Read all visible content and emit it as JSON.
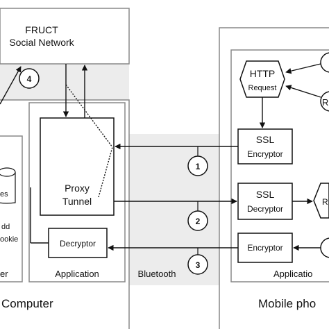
{
  "social_network": {
    "line1": "FRUCT",
    "line2": "Social Network"
  },
  "computer": {
    "label": "Computer",
    "storage_label": "es",
    "storage_sublabel_1": "dd",
    "storage_sublabel_2": "ookie",
    "left_partial_label": "er",
    "application_label": "Application",
    "proxy_line1": "Proxy",
    "proxy_line2": "Tunnel",
    "decryptor_label": "Decryptor"
  },
  "bluetooth_label": "Bluetooth",
  "mobile": {
    "label": "Mobile pho",
    "application_label": "Applicatio",
    "http_line1": "HTTP",
    "http_line2": "Request",
    "ssl_enc_line1": "SSL",
    "ssl_enc_line2": "Encryptor",
    "ssl_dec_line1": "SSL",
    "ssl_dec_line2": "Decryptor",
    "encryptor_label": "Encryptor",
    "partial_r1": "R",
    "partial_r2": "R"
  },
  "steps": [
    "4",
    "1",
    "2",
    "3"
  ]
}
